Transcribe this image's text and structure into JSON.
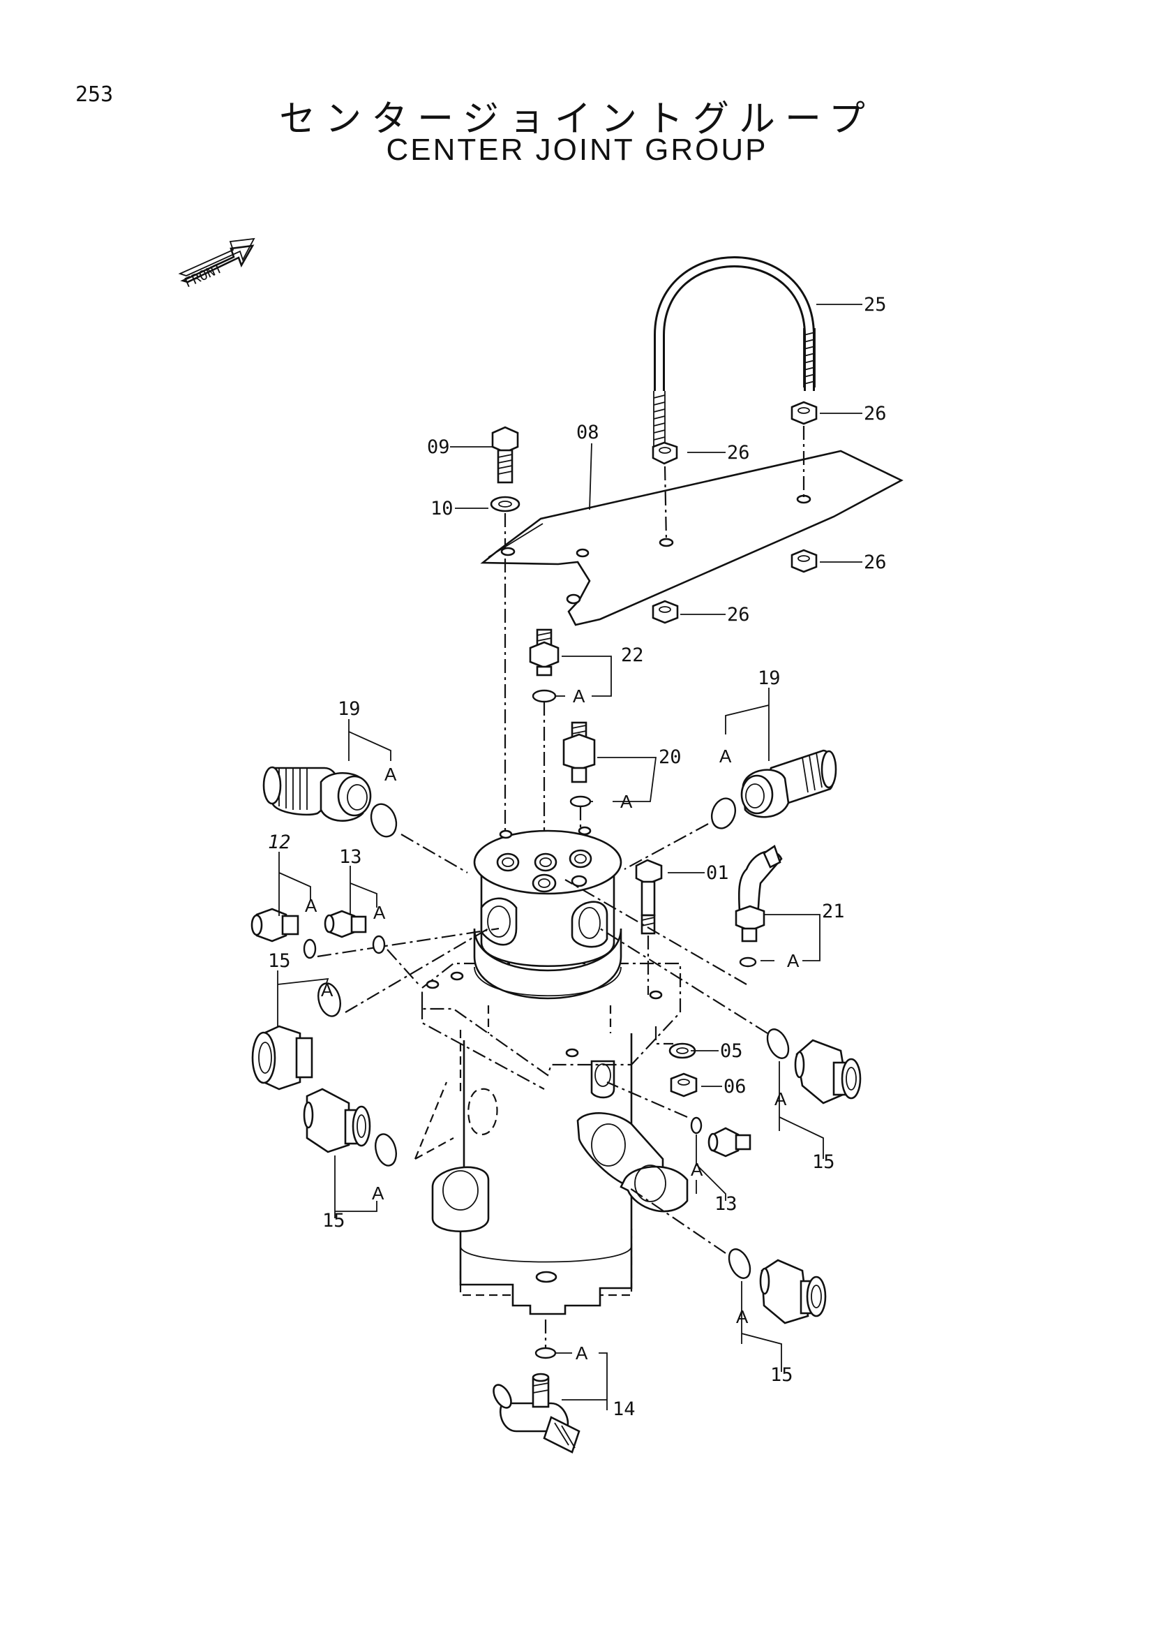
{
  "page_number": "253",
  "title_jp": "センタージョイントグループ",
  "title_en": "CENTER JOINT GROUP",
  "front_label": "FRONT",
  "oring_ref": "A",
  "callouts": {
    "p01": "01",
    "p05": "05",
    "p06": "06",
    "p08": "08",
    "p09": "09",
    "p10": "10",
    "p12": "12",
    "p13a": "13",
    "p13b": "13",
    "p14": "14",
    "p15a": "15",
    "p15b": "15",
    "p15c": "15",
    "p15d": "15",
    "p19a": "19",
    "p19b": "19",
    "p20": "20",
    "p21": "21",
    "p22": "22",
    "p25": "25",
    "p26a": "26",
    "p26b": "26",
    "p26c": "26",
    "p26d": "26"
  }
}
